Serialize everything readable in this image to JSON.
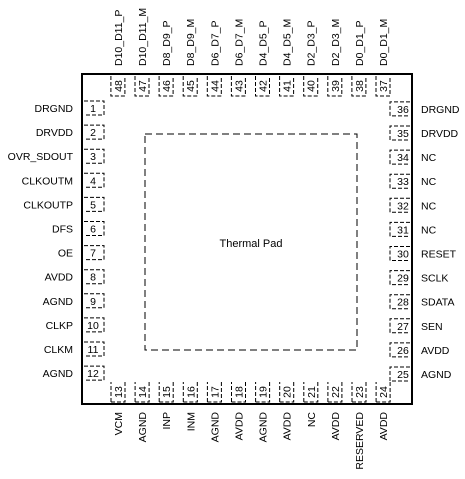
{
  "thermal_pad_label": "Thermal Pad",
  "pins": {
    "left": [
      [
        "1",
        "DRGND"
      ],
      [
        "2",
        "DRVDD"
      ],
      [
        "3",
        "OVR_SDOUT"
      ],
      [
        "4",
        "CLKOUTM"
      ],
      [
        "5",
        "CLKOUTP"
      ],
      [
        "6",
        "DFS"
      ],
      [
        "7",
        "OE"
      ],
      [
        "8",
        "AVDD"
      ],
      [
        "9",
        "AGND"
      ],
      [
        "10",
        "CLKP"
      ],
      [
        "11",
        "CLKM"
      ],
      [
        "12",
        "AGND"
      ]
    ],
    "bottom": [
      [
        "13",
        "VCM"
      ],
      [
        "14",
        "AGND"
      ],
      [
        "15",
        "INP"
      ],
      [
        "16",
        "INM"
      ],
      [
        "17",
        "AGND"
      ],
      [
        "18",
        "AVDD"
      ],
      [
        "19",
        "AGND"
      ],
      [
        "20",
        "AVDD"
      ],
      [
        "21",
        "NC"
      ],
      [
        "22",
        "AVDD"
      ],
      [
        "23",
        "RESERVED"
      ],
      [
        "24",
        "AVDD"
      ]
    ],
    "right": [
      [
        "25",
        "AGND"
      ],
      [
        "26",
        "AVDD"
      ],
      [
        "27",
        "SEN"
      ],
      [
        "28",
        "SDATA"
      ],
      [
        "29",
        "SCLK"
      ],
      [
        "30",
        "RESET"
      ],
      [
        "31",
        "NC"
      ],
      [
        "32",
        "NC"
      ],
      [
        "33",
        "NC"
      ],
      [
        "34",
        "NC"
      ],
      [
        "35",
        "DRVDD"
      ],
      [
        "36",
        "DRGND"
      ]
    ],
    "top": [
      [
        "37",
        "D0_D1_M"
      ],
      [
        "38",
        "D0_D1_P"
      ],
      [
        "39",
        "D2_D3_M"
      ],
      [
        "40",
        "D2_D3_P"
      ],
      [
        "41",
        "D4_D5_M"
      ],
      [
        "42",
        "D4_D5_P"
      ],
      [
        "43",
        "D6_D7_M"
      ],
      [
        "44",
        "D6_D7_P"
      ],
      [
        "45",
        "D8_D9_M"
      ],
      [
        "46",
        "D8_D9_P"
      ],
      [
        "47",
        "D10_D11_M"
      ],
      [
        "48",
        "D10_D11_P"
      ]
    ]
  }
}
